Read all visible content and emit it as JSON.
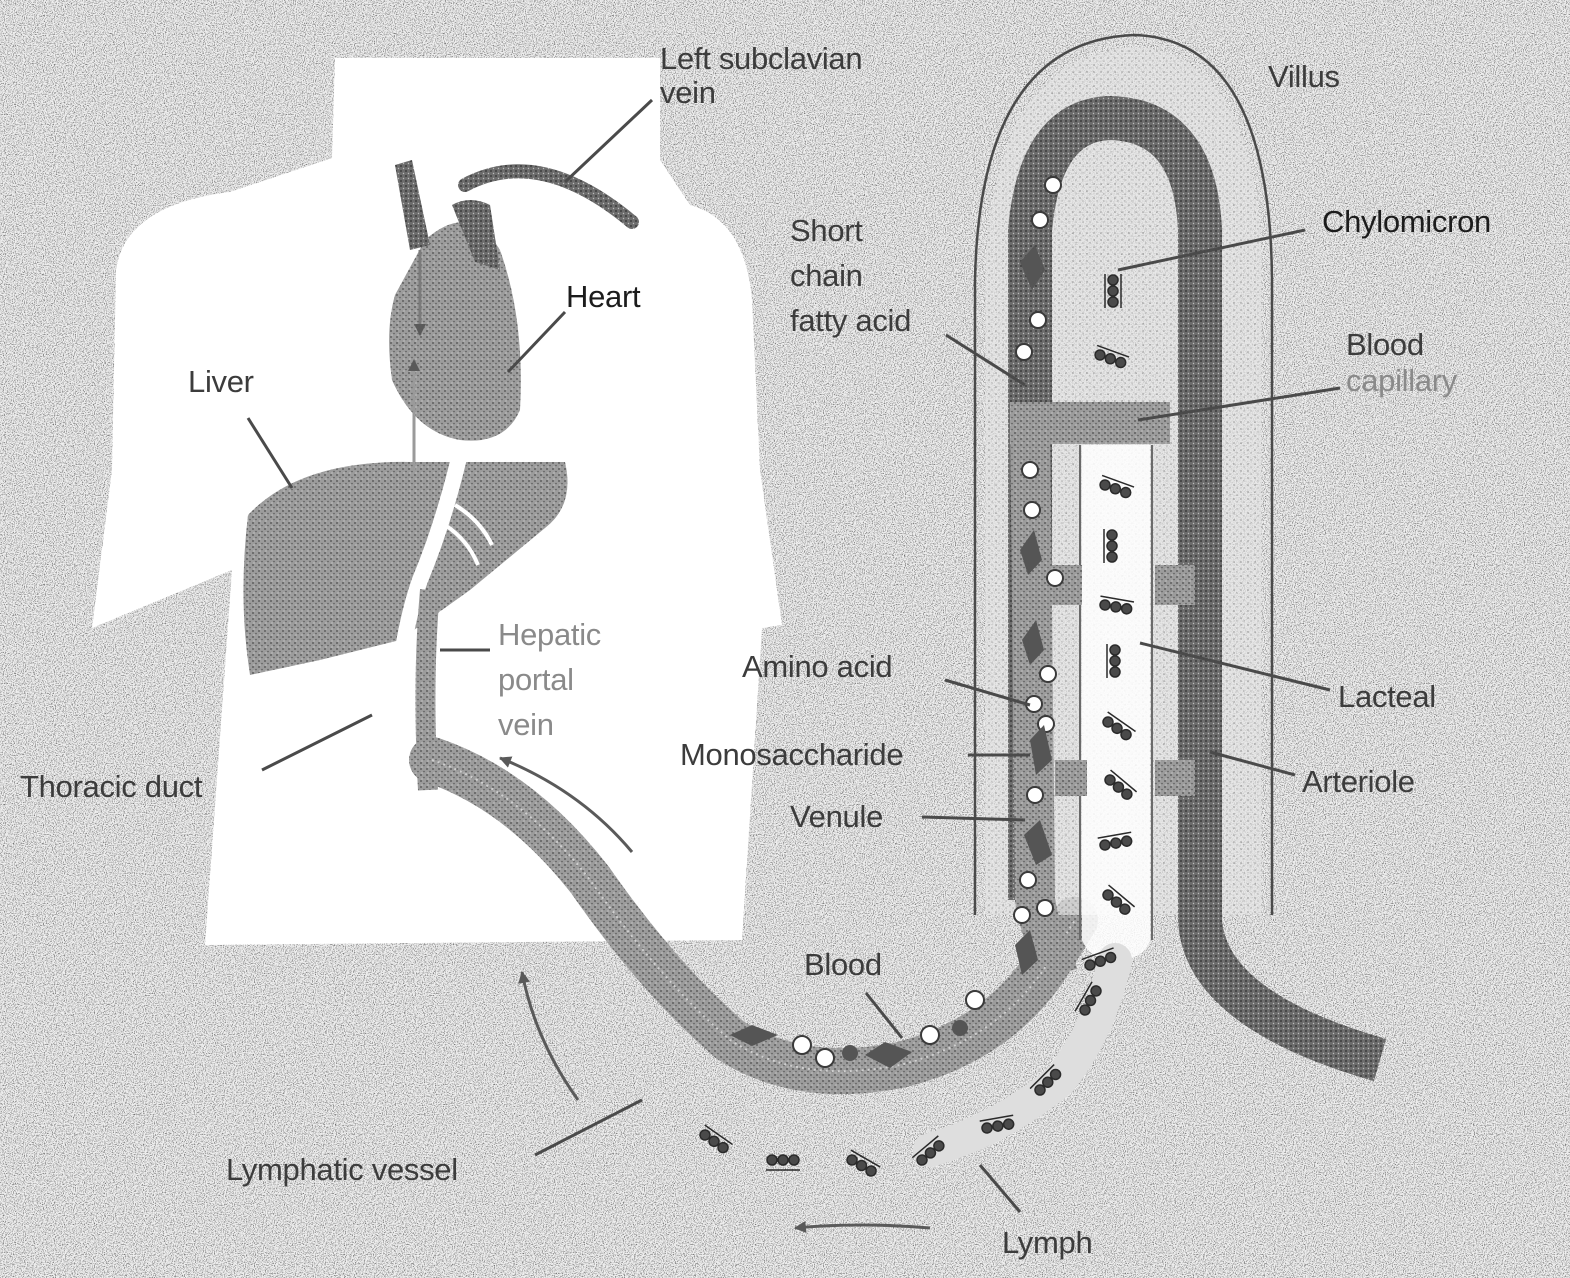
{
  "labels": {
    "left_subclavian_vein": [
      "Left subclavian",
      "vein"
    ],
    "villus": "Villus",
    "short_chain_fatty_acid": [
      "Short",
      "chain",
      "fatty acid"
    ],
    "chylomicron": "Chylomicron",
    "heart": "Heart",
    "liver": "Liver",
    "blood_capillary": [
      "Blood",
      "capillary"
    ],
    "hepatic_portal_vein": [
      "Hepatic",
      "portal",
      "vein"
    ],
    "amino_acid": "Amino acid",
    "lacteal": "Lacteal",
    "monosaccharide": "Monosaccharide",
    "arteriole": "Arteriole",
    "thoracic_duct": "Thoracic duct",
    "venule": "Venule",
    "blood": "Blood",
    "lymphatic_vessel": "Lymphatic vessel",
    "lymph": "Lymph"
  },
  "colors": {
    "background": "#f3f3f3",
    "body_silhouette": "#ffffff",
    "tissue_dark": "#6a6a6a",
    "tissue_mid": "#9a9a9a",
    "label_text": "#3c3c3c",
    "label_text_light": "#8a8a8a",
    "leader_line": "#4a4a4a"
  }
}
